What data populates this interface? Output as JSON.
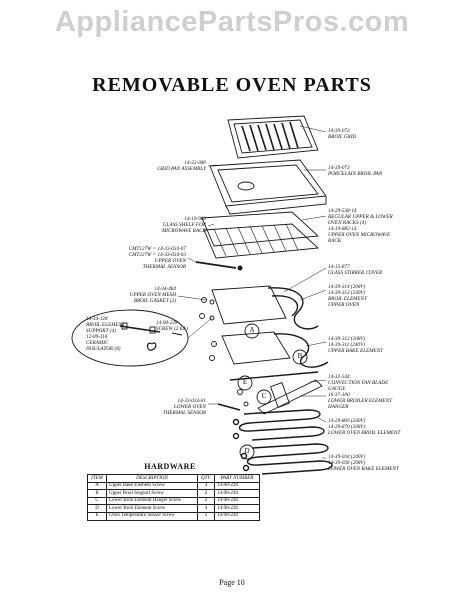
{
  "watermark": "AppliancePartsPros.com",
  "title": "REMOVABLE OVEN PARTS",
  "callouts": {
    "broil_grid": [
      "14-39-072",
      "BROIL GRID"
    ],
    "grid_pan": [
      "14-32-380",
      "GRID PAN ASSEMBLY"
    ],
    "porcelain_pan": [
      "14-39-073",
      "PORCELAIN BROIL PAN"
    ],
    "glass_shelf": [
      "14-19-903",
      "GLASS SHELF FOR",
      "MICROWAVE RACK"
    ],
    "racks": [
      "14-29-538-14",
      "REGULAR UPPER & LOWER",
      "OVEN RACKS (4)",
      "14-19-882-14",
      "UPPER OVEN MICROWAVE",
      "RACK"
    ],
    "thermal_upper": [
      "CMT127W = 14-33-034-07",
      "CMT227W = 14-33-034-03",
      "UPPER OVEN",
      "THERMAL SENSOR"
    ],
    "stirrer": [
      "14-15-877",
      "GLASS STIRRER COVER"
    ],
    "mesh": [
      "14-34-464",
      "UPPER OVEN MESH",
      "BROIL GASKET (2)"
    ],
    "broil_upper": [
      "14-39-314 (208V)",
      "14-39-313 (240V)",
      "BROIL ELEMENT",
      "UPPER OVEN"
    ],
    "support": [
      "14-34-128",
      "BROIL ELEMENT",
      "SUPPORT (4)",
      "12-09-118",
      "CERAMIC",
      "INSULATOR (8)"
    ],
    "screw": [
      "14-90-228",
      "SCREW (2 EA)"
    ],
    "bake_upper": [
      "14-39-312 (208V)",
      "14-39-311 (240V)",
      "UPPER BAKE ELEMENT"
    ],
    "fan_gauge": [
      "14-32-544",
      "CONVECTION FAN BLADE",
      "GAUGE"
    ],
    "hanger": [
      "16-37-100",
      "LOWER BROILER ELEMENT",
      "HANGER"
    ],
    "thermal_lower": [
      "14-33-034-01",
      "LOWER OVEN",
      "THERMAL SENSOR"
    ],
    "broil_lower": [
      "14-29-869 (240V)",
      "14-29-870 (208V)",
      "LOWER OVEN BROIL ELEMENT"
    ],
    "bake_lower": [
      "14-39-034 (240V)",
      "14-39-036 (208V)",
      "LOWER OVEN BAKE ELEMENT"
    ]
  },
  "letters": {
    "a": "A",
    "b": "B",
    "c": "C",
    "d": "D",
    "e": "E"
  },
  "hardware": {
    "title": "HARDWARE",
    "headers": [
      "ITEM",
      "DESCRIPTION",
      "QTY.",
      "PART NUMBER"
    ],
    "rows": [
      [
        "A",
        "Upper Bake Element Screw",
        "4",
        "14-90-228"
      ],
      [
        "B",
        "Upper Broil Support Screw",
        "2",
        "14-90-228"
      ],
      [
        "C",
        "Lower Broil Element Hanger Screw",
        "2",
        "14-90-228"
      ],
      [
        "D",
        "Lower Broil Element Screw",
        "4",
        "14-90-228"
      ],
      [
        "E",
        "Oven Temperature Sensor Screw",
        "2",
        "14-90-228"
      ]
    ]
  },
  "page": "Page 10"
}
